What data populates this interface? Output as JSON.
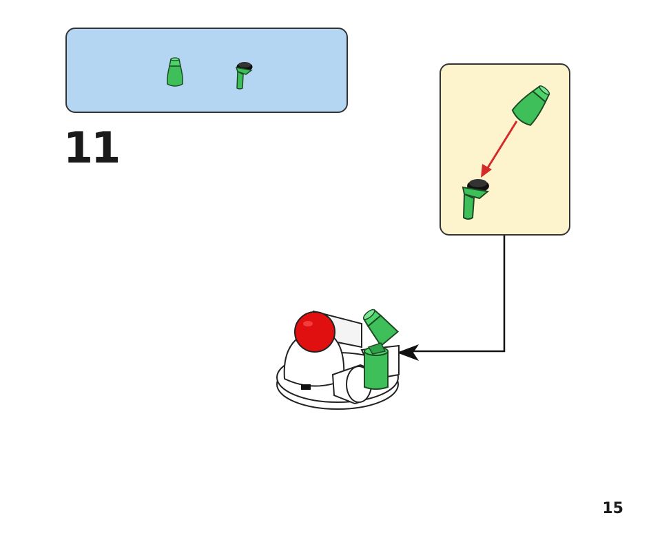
{
  "step": {
    "number": "11"
  },
  "parts_list": {
    "items": [
      {
        "part": "cone-1x1",
        "color": "#3fbf5a",
        "icon": "green-cone-piece-icon"
      },
      {
        "part": "bar-holder-with-clip",
        "color": "#3fbf5a",
        "icon": "green-angled-bar-piece-icon"
      }
    ]
  },
  "callout": {
    "arrow_color": "#d42a2a",
    "icons": [
      "green-cone-piece-icon",
      "green-angled-bar-piece-icon",
      "red-insert-arrow-icon"
    ]
  },
  "page": {
    "number": "15"
  },
  "colors": {
    "parts_bg": "#b5d6f3",
    "callout_bg": "#fdf4cd",
    "brick_green": "#3fbf5a",
    "brick_red": "#e01010",
    "brick_white": "#ffffff"
  }
}
